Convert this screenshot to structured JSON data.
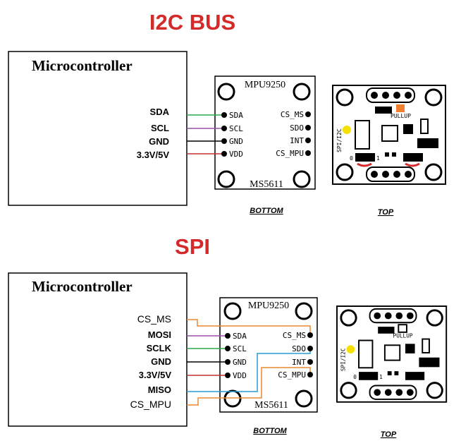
{
  "i2c": {
    "title": "I2C BUS",
    "controller": "Microcontroller",
    "signals": [
      "SDA",
      "SCL",
      "GND",
      "3.3V/5V"
    ],
    "module_top": "MPU9250",
    "module_bottom": "MS5611",
    "left_pins": [
      "SDA",
      "SCL",
      "GND",
      "VDD"
    ],
    "right_pins": [
      "CS_MS",
      "SDO",
      "INT",
      "CS_MPU"
    ],
    "bottom_caption": "BOTTOM",
    "top_caption": "TOP",
    "board": {
      "pullup": "PULLUP",
      "mode": "SPI/I2C",
      "zero": "0",
      "one": "1",
      "pullup_color": "#f08030",
      "led_color": "#f5e000"
    }
  },
  "spi": {
    "title": "SPI",
    "controller": "Microcontroller",
    "signals": [
      "CS_MS",
      "MOSI",
      "SCLK",
      "GND",
      "3.3V/5V",
      "MISO",
      "CS_MPU"
    ],
    "module_top": "MPU9250",
    "module_bottom": "MS5611",
    "left_pins": [
      "SDA",
      "SCL",
      "GND",
      "VDD"
    ],
    "right_pins": [
      "CS_MS",
      "SDO",
      "INT",
      "CS_MPU"
    ],
    "bottom_caption": "BOTTOM",
    "top_caption": "TOP",
    "board": {
      "pullup": "PULLUP",
      "mode": "SPI/I2C",
      "zero": "0",
      "one": "1",
      "led_color": "#f5e000"
    }
  },
  "wire_colors": {
    "sda": "#2aa84a",
    "scl": "#9b4fa8",
    "gnd": "#000000",
    "vdd": "#c03030",
    "cs": "#e8892e",
    "miso": "#2a9ad0"
  }
}
